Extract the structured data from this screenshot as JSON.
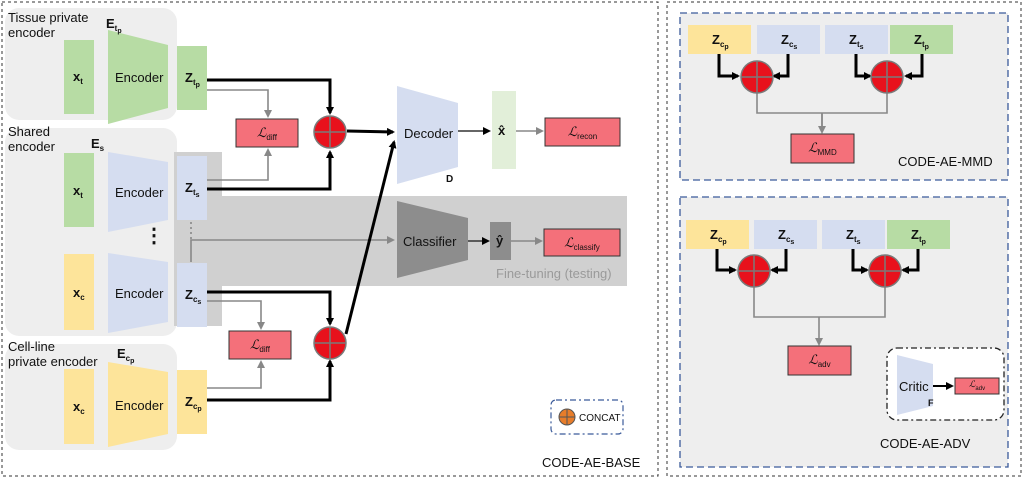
{
  "encoders": {
    "tissue_private": {
      "title_line1": "Tissue private",
      "title_line2": "encoder",
      "symbol": "E",
      "symbol_sub": "t",
      "symbol_subsub": "p"
    },
    "shared": {
      "title_line1": "Shared",
      "title_line2": "encoder",
      "symbol": "E",
      "symbol_sub": "s"
    },
    "cell_line_private": {
      "title_line1": "Cell-line",
      "title_line2": "private encoder",
      "symbol": "E",
      "symbol_sub": "c",
      "symbol_subsub": "p"
    }
  },
  "encoder_label": "Encoder",
  "inputs": {
    "x_t": "x",
    "x_t_sub": "t",
    "x_c": "x",
    "x_c_sub": "c"
  },
  "latents": {
    "z": "Z",
    "t_sub": "t",
    "c_sub": "c",
    "p_sub": "p",
    "s_sub": "s"
  },
  "vertical_dots": "⋮",
  "losses": {
    "L": "ℒ",
    "diff": "diff",
    "recon": "recon",
    "classify": "classify",
    "mmd": "MMD",
    "adv": "adv"
  },
  "decoder": {
    "label": "Decoder",
    "symbol": "D"
  },
  "x_hat": "x̂",
  "classifier": {
    "label": "Classifier"
  },
  "y_hat": "ŷ",
  "fine_tuning_label": "Fine-tuning (testing)",
  "legend": {
    "concat_label": "CONCAT"
  },
  "panel_titles": {
    "base": "CODE-AE-BASE",
    "mmd": "CODE-AE-MMD",
    "adv": "CODE-AE-ADV"
  },
  "critic": {
    "label": "Critic",
    "symbol": "F"
  },
  "colors": {
    "green": "#b7dca4",
    "blue": "#d5ddf0",
    "yellow": "#fde49a",
    "loss_red": "#f4707a",
    "concat_red": "#e8111c",
    "gray_panel": "#eeeeee",
    "fine_tuning_band": "#d0d0d0",
    "classifier": "#8d8d8d",
    "dashed_blue": "#3b5b9a"
  }
}
